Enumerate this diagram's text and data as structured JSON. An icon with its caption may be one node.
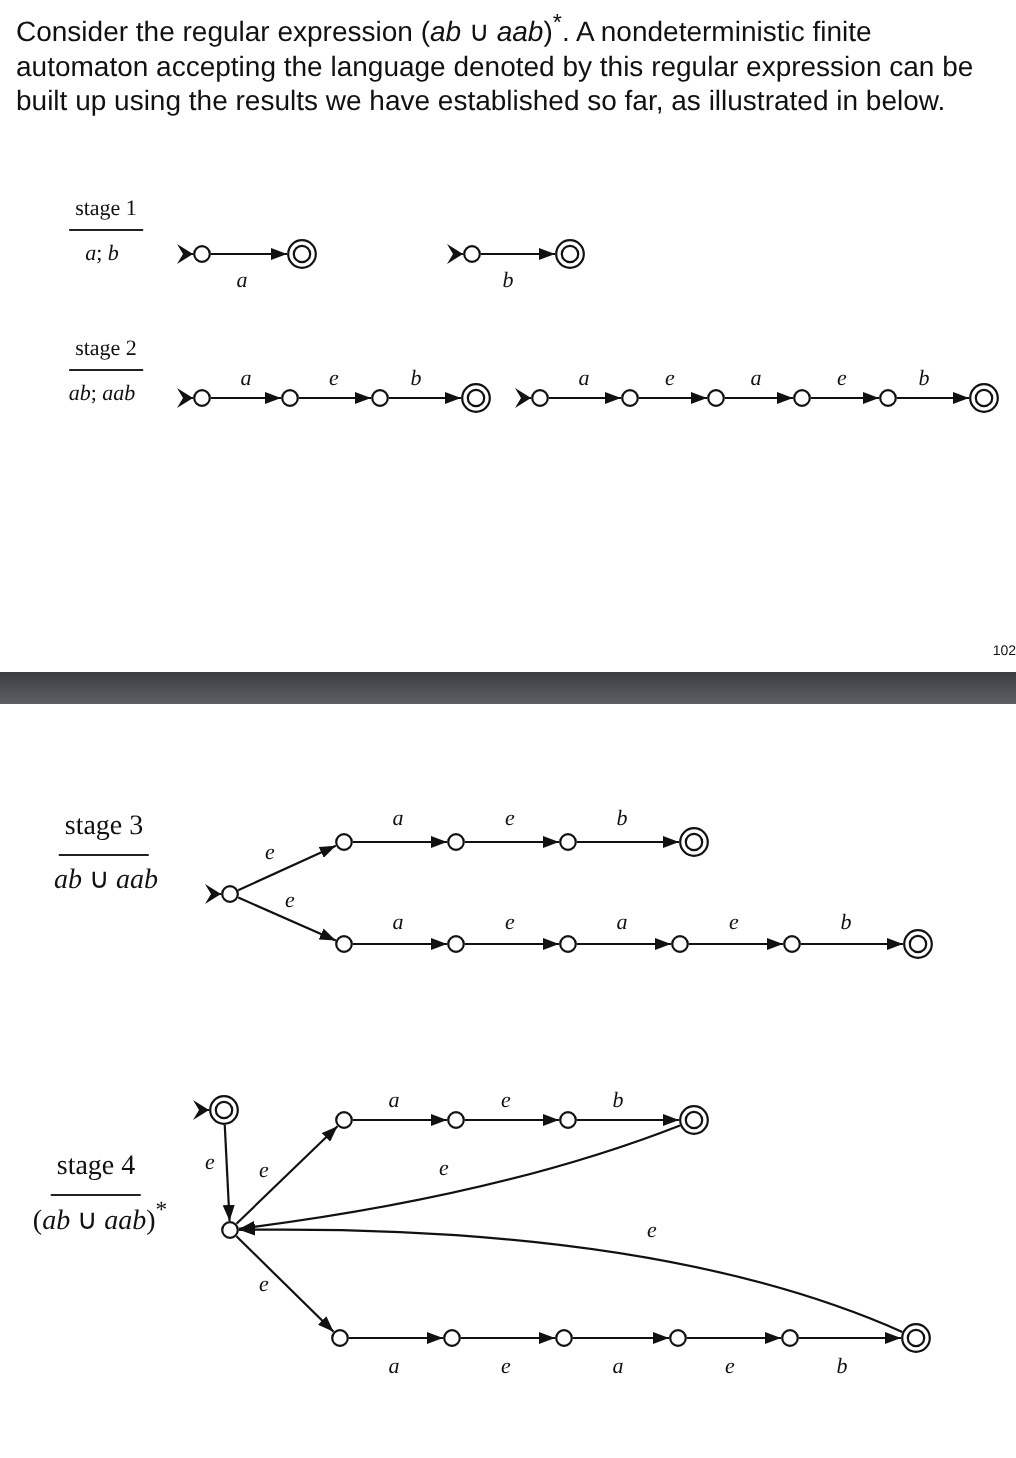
{
  "diagram": {
    "title": "Consider the regular expression (*ab* ∪ *aab*)$^{*}$. A nondeterministic finite automaton accepting the language denoted by this regular expression can be built up using the results we have established so far, as illustrated in below.",
    "nodes": [
      {
        "text": [],
        "shape": "circle"
      },
      {
        "text": [],
        "shape": "doublecircle"
      },
      {
        "text": [],
        "shape": "circle"
      },
      {
        "text": [],
        "shape": "doublecircle"
      },
      {
        "text": [],
        "shape": "circle"
      },
      {
        "text": [],
        "shape": "circle"
      },
      {
        "text": [],
        "shape": "circle"
      },
      {
        "text": [],
        "shape": "doublecircle"
      },
      {
        "text": [],
        "shape": "circle"
      },
      {
        "text": [],
        "shape": "circle"
      },
      {
        "text": [],
        "shape": "circle"
      },
      {
        "text": [],
        "shape": "circle"
      },
      {
        "text": [],
        "shape": "circle"
      },
      {
        "text": [],
        "shape": "doublecircle"
      },
      {
        "text": [],
        "shape": "circle"
      },
      {
        "text": [],
        "shape": "circle"
      },
      {
        "text": [],
        "shape": "circle"
      },
      {
        "text": [],
        "shape": "circle"
      },
      {
        "text": [],
        "shape": "doublecircle"
      },
      {
        "text": [],
        "shape": "circle"
      },
      {
        "text": [],
        "shape": "circle"
      },
      {
        "text": [],
        "shape": "circle"
      },
      {
        "text": [],
        "shape": "circle"
      },
      {
        "text": [],
        "shape": "circle"
      },
      {
        "text": [],
        "shape": "doublecircle"
      },
      {
        "text": [],
        "shape": "doublecircle"
      },
      {
        "text": [],
        "shape": "circle"
      },
      {
        "text": [],
        "shape": "circle"
      },
      {
        "text": [],
        "shape": "circle"
      },
      {
        "text": [],
        "shape": "circle"
      },
      {
        "text": [],
        "shape": "doublecircle"
      },
      {
        "text": [],
        "shape": "circle"
      },
      {
        "text": [],
        "shape": "circle"
      },
      {
        "text": [],
        "shape": "circle"
      },
      {
        "text": [],
        "shape": "circle"
      },
      {
        "text": [],
        "shape": "circle"
      },
      {
        "text": [],
        "shape": "doublecircle"
      }
    ],
    "edges": [
      {
        "from": null,
        "to": 0,
        "arrow": "to"
      },
      {
        "from": 0,
        "to": 1,
        "arrow": "to",
        "label": "a"
      },
      {
        "from": null,
        "to": 2,
        "arrow": "to"
      },
      {
        "from": 2,
        "to": 3,
        "arrow": "to",
        "label": "b"
      },
      {
        "from": null,
        "to": 4,
        "arrow": "to"
      },
      {
        "from": 4,
        "to": 5,
        "arrow": "to",
        "label": "a"
      },
      {
        "from": 5,
        "to": 6,
        "arrow": "to",
        "label": "e"
      },
      {
        "from": 6,
        "to": 7,
        "arrow": "to",
        "label": "b"
      },
      {
        "from": null,
        "to": 8,
        "arrow": "to"
      },
      {
        "from": 8,
        "to": 9,
        "arrow": "to",
        "label": "a"
      },
      {
        "from": 9,
        "to": 10,
        "arrow": "to",
        "label": "e"
      },
      {
        "from": 10,
        "to": 11,
        "arrow": "to",
        "label": "a"
      },
      {
        "from": 11,
        "to": 12,
        "arrow": "to",
        "label": "e"
      },
      {
        "from": 12,
        "to": 13,
        "arrow": "to",
        "label": "b"
      },
      {
        "from": null,
        "to": 14,
        "arrow": "to"
      },
      {
        "from": 14,
        "to": 15,
        "arrow": "to",
        "label": "e"
      },
      {
        "from": 15,
        "to": 16,
        "arrow": "to",
        "label": "a"
      },
      {
        "from": 16,
        "to": 17,
        "arrow": "to",
        "label": "e"
      },
      {
        "from": 17,
        "to": 18,
        "arrow": "to",
        "label": "b"
      },
      {
        "from": 14,
        "to": 19,
        "arrow": "to",
        "label": "e"
      },
      {
        "from": 19,
        "to": 20,
        "arrow": "to",
        "label": "a"
      },
      {
        "from": 20,
        "to": 21,
        "arrow": "to",
        "label": "e"
      },
      {
        "from": 21,
        "to": 22,
        "arrow": "to",
        "label": "a"
      },
      {
        "from": 22,
        "to": 23,
        "arrow": "to",
        "label": "e"
      },
      {
        "from": 23,
        "to": 24,
        "arrow": "to",
        "label": "b"
      },
      {
        "from": null,
        "to": 25,
        "arrow": "to"
      },
      {
        "from": 25,
        "to": 26,
        "arrow": "to",
        "label": "e"
      },
      {
        "from": 26,
        "to": 27,
        "arrow": "to",
        "label": "e"
      },
      {
        "from": 27,
        "to": 28,
        "arrow": "to",
        "label": "a"
      },
      {
        "from": 28,
        "to": 29,
        "arrow": "to",
        "label": "e"
      },
      {
        "from": 29,
        "to": 30,
        "arrow": "to",
        "label": "b"
      },
      {
        "from": 30,
        "to": 26,
        "arrow": "to",
        "label": "e"
      },
      {
        "from": 26,
        "to": 31,
        "arrow": "to",
        "label": "e"
      },
      {
        "from": 31,
        "to": 32,
        "arrow": "to",
        "label": "a"
      },
      {
        "from": 32,
        "to": 33,
        "arrow": "to",
        "label": "e"
      },
      {
        "from": 33,
        "to": 34,
        "arrow": "to",
        "label": "a"
      },
      {
        "from": 34,
        "to": 35,
        "arrow": "to",
        "label": "e"
      },
      {
        "from": 35,
        "to": 36,
        "arrow": "to",
        "label": "b"
      },
      {
        "from": 36,
        "to": 26,
        "arrow": "to",
        "label": "e"
      }
    ],
    "labels": [
      "stage 1",
      "*a*; *b*",
      "stage 2",
      "*ab*; *aab*",
      "102",
      "stage 3",
      "*ab* ∪ *aab*",
      "stage 4",
      "(*ab* ∪ *aab*)$^{*}$"
    ]
  }
}
